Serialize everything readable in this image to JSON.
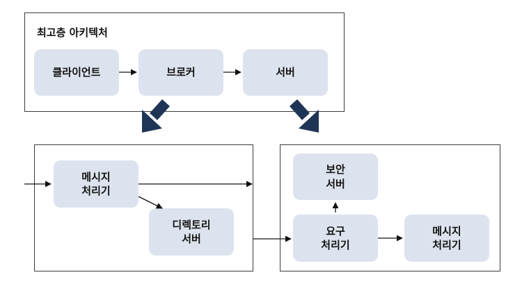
{
  "top_group": {
    "title": "최고층 아키텍처",
    "nodes": {
      "client": "클라이언트",
      "broker": "브로커",
      "server": "서버"
    }
  },
  "broker_detail": {
    "nodes": {
      "message_handler": "메시지\n처리기",
      "directory_server": "디렉토리\n서버"
    }
  },
  "server_detail": {
    "nodes": {
      "security_server": "보안\n서버",
      "request_handler": "요구\n처리기",
      "message_handler": "메시지\n처리기"
    }
  },
  "colors": {
    "node_fill": "#dde3ee",
    "frame_stroke": "#3a3a3a",
    "big_arrow": "#1f3555",
    "edge": "#111111"
  }
}
